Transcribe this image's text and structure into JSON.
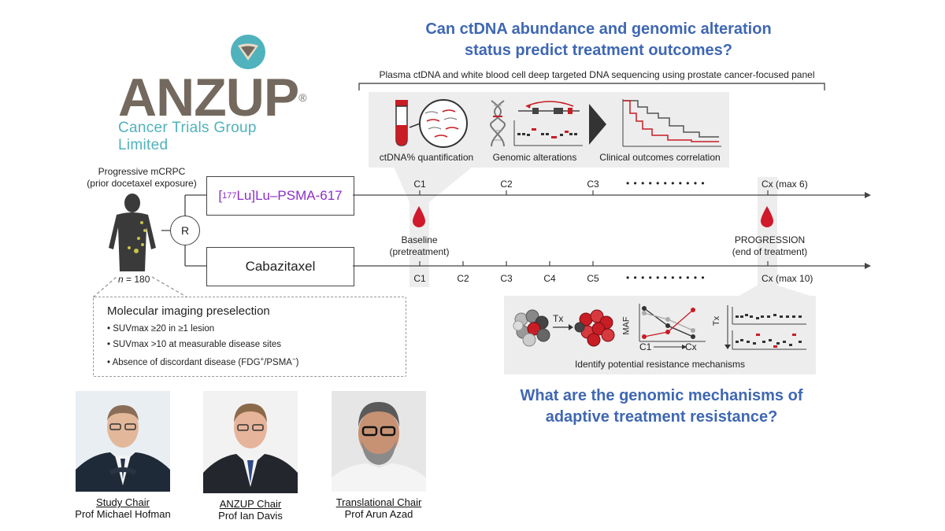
{
  "logo": {
    "brand": "ANZUP",
    "registered": "®",
    "subtitle": "Cancer Trials Group Limited"
  },
  "question_top": {
    "line1": "Can ctDNA abundance and genomic alteration",
    "line2": "status predict treatment outcomes?"
  },
  "question_bottom": {
    "line1": "What are the genomic mechanisms of",
    "line2": "adaptive treatment resistance?"
  },
  "sequencing_note": "Plasma ctDNA and white blood cell deep targeted DNA sequencing using prostate cancer-focused panel",
  "analysis_panel": {
    "labels": [
      "ctDNA% quantification",
      "Genomic alterations",
      "Clinical outcomes correlation"
    ]
  },
  "patient": {
    "line1": "Progressive mCRPC",
    "line2": "(prior docetaxel exposure)",
    "n_label": "n",
    "n_value": "= 180",
    "randomize": "R"
  },
  "arms": {
    "lu_prefix": "[",
    "lu_sup": "177",
    "lu_suffix": "Lu]Lu–PSMA-617",
    "cabazitaxel": "Cabazitaxel"
  },
  "timeline_top": {
    "cycles": [
      "C1",
      "C2",
      "C3"
    ],
    "dots": "• • • • • • • • • • •",
    "final": "Cx",
    "final_note": "(max 6)"
  },
  "timeline_bottom": {
    "cycles": [
      "C1",
      "C2",
      "C3",
      "C4",
      "C5"
    ],
    "dots": "• • • • • • • • • • •",
    "final": "Cx",
    "final_note": "(max 10)"
  },
  "baseline": {
    "line1": "Baseline",
    "line2": "(pretreatment)"
  },
  "progression": {
    "line1": "PROGRESSION",
    "line2": "(end of treatment)"
  },
  "selection": {
    "title": "Molecular imaging preselection",
    "items": [
      "• SUVmax ≥20 in ≥1 lesion",
      "• SUVmax >10 at measurable disease sites"
    ],
    "item3_pre": "• Absence of discordant disease (FDG",
    "item3_sup1": "+",
    "item3_mid": "/PSMA",
    "item3_sup2": "−",
    "item3_post": ")"
  },
  "resistance_panel": {
    "tx": "Tx",
    "maf": "MAF",
    "c1": "C1",
    "cx": "Cx",
    "tx_axis": "Tx",
    "caption": "Identify potential resistance mechanisms"
  },
  "people": [
    {
      "role": "Study Chair",
      "name": "Prof Michael Hofman"
    },
    {
      "role": "ANZUP Chair",
      "name": "Prof Ian Davis"
    },
    {
      "role": "Translational Chair",
      "name": "Prof Arun Azad"
    }
  ],
  "colors": {
    "question_blue": "#3f67b3",
    "logo_brown": "#74695e",
    "logo_teal": "#4fb2bd",
    "blood_red": "#d0192b",
    "lu_purple": "#8b2fc9",
    "panel_gray": "#ededed"
  },
  "icons": [
    "blood-tube-icon",
    "magnifier-icon",
    "dna-helix-icon",
    "blood-drop-icon",
    "human-silhouette-icon",
    "cell-cluster-icon"
  ]
}
